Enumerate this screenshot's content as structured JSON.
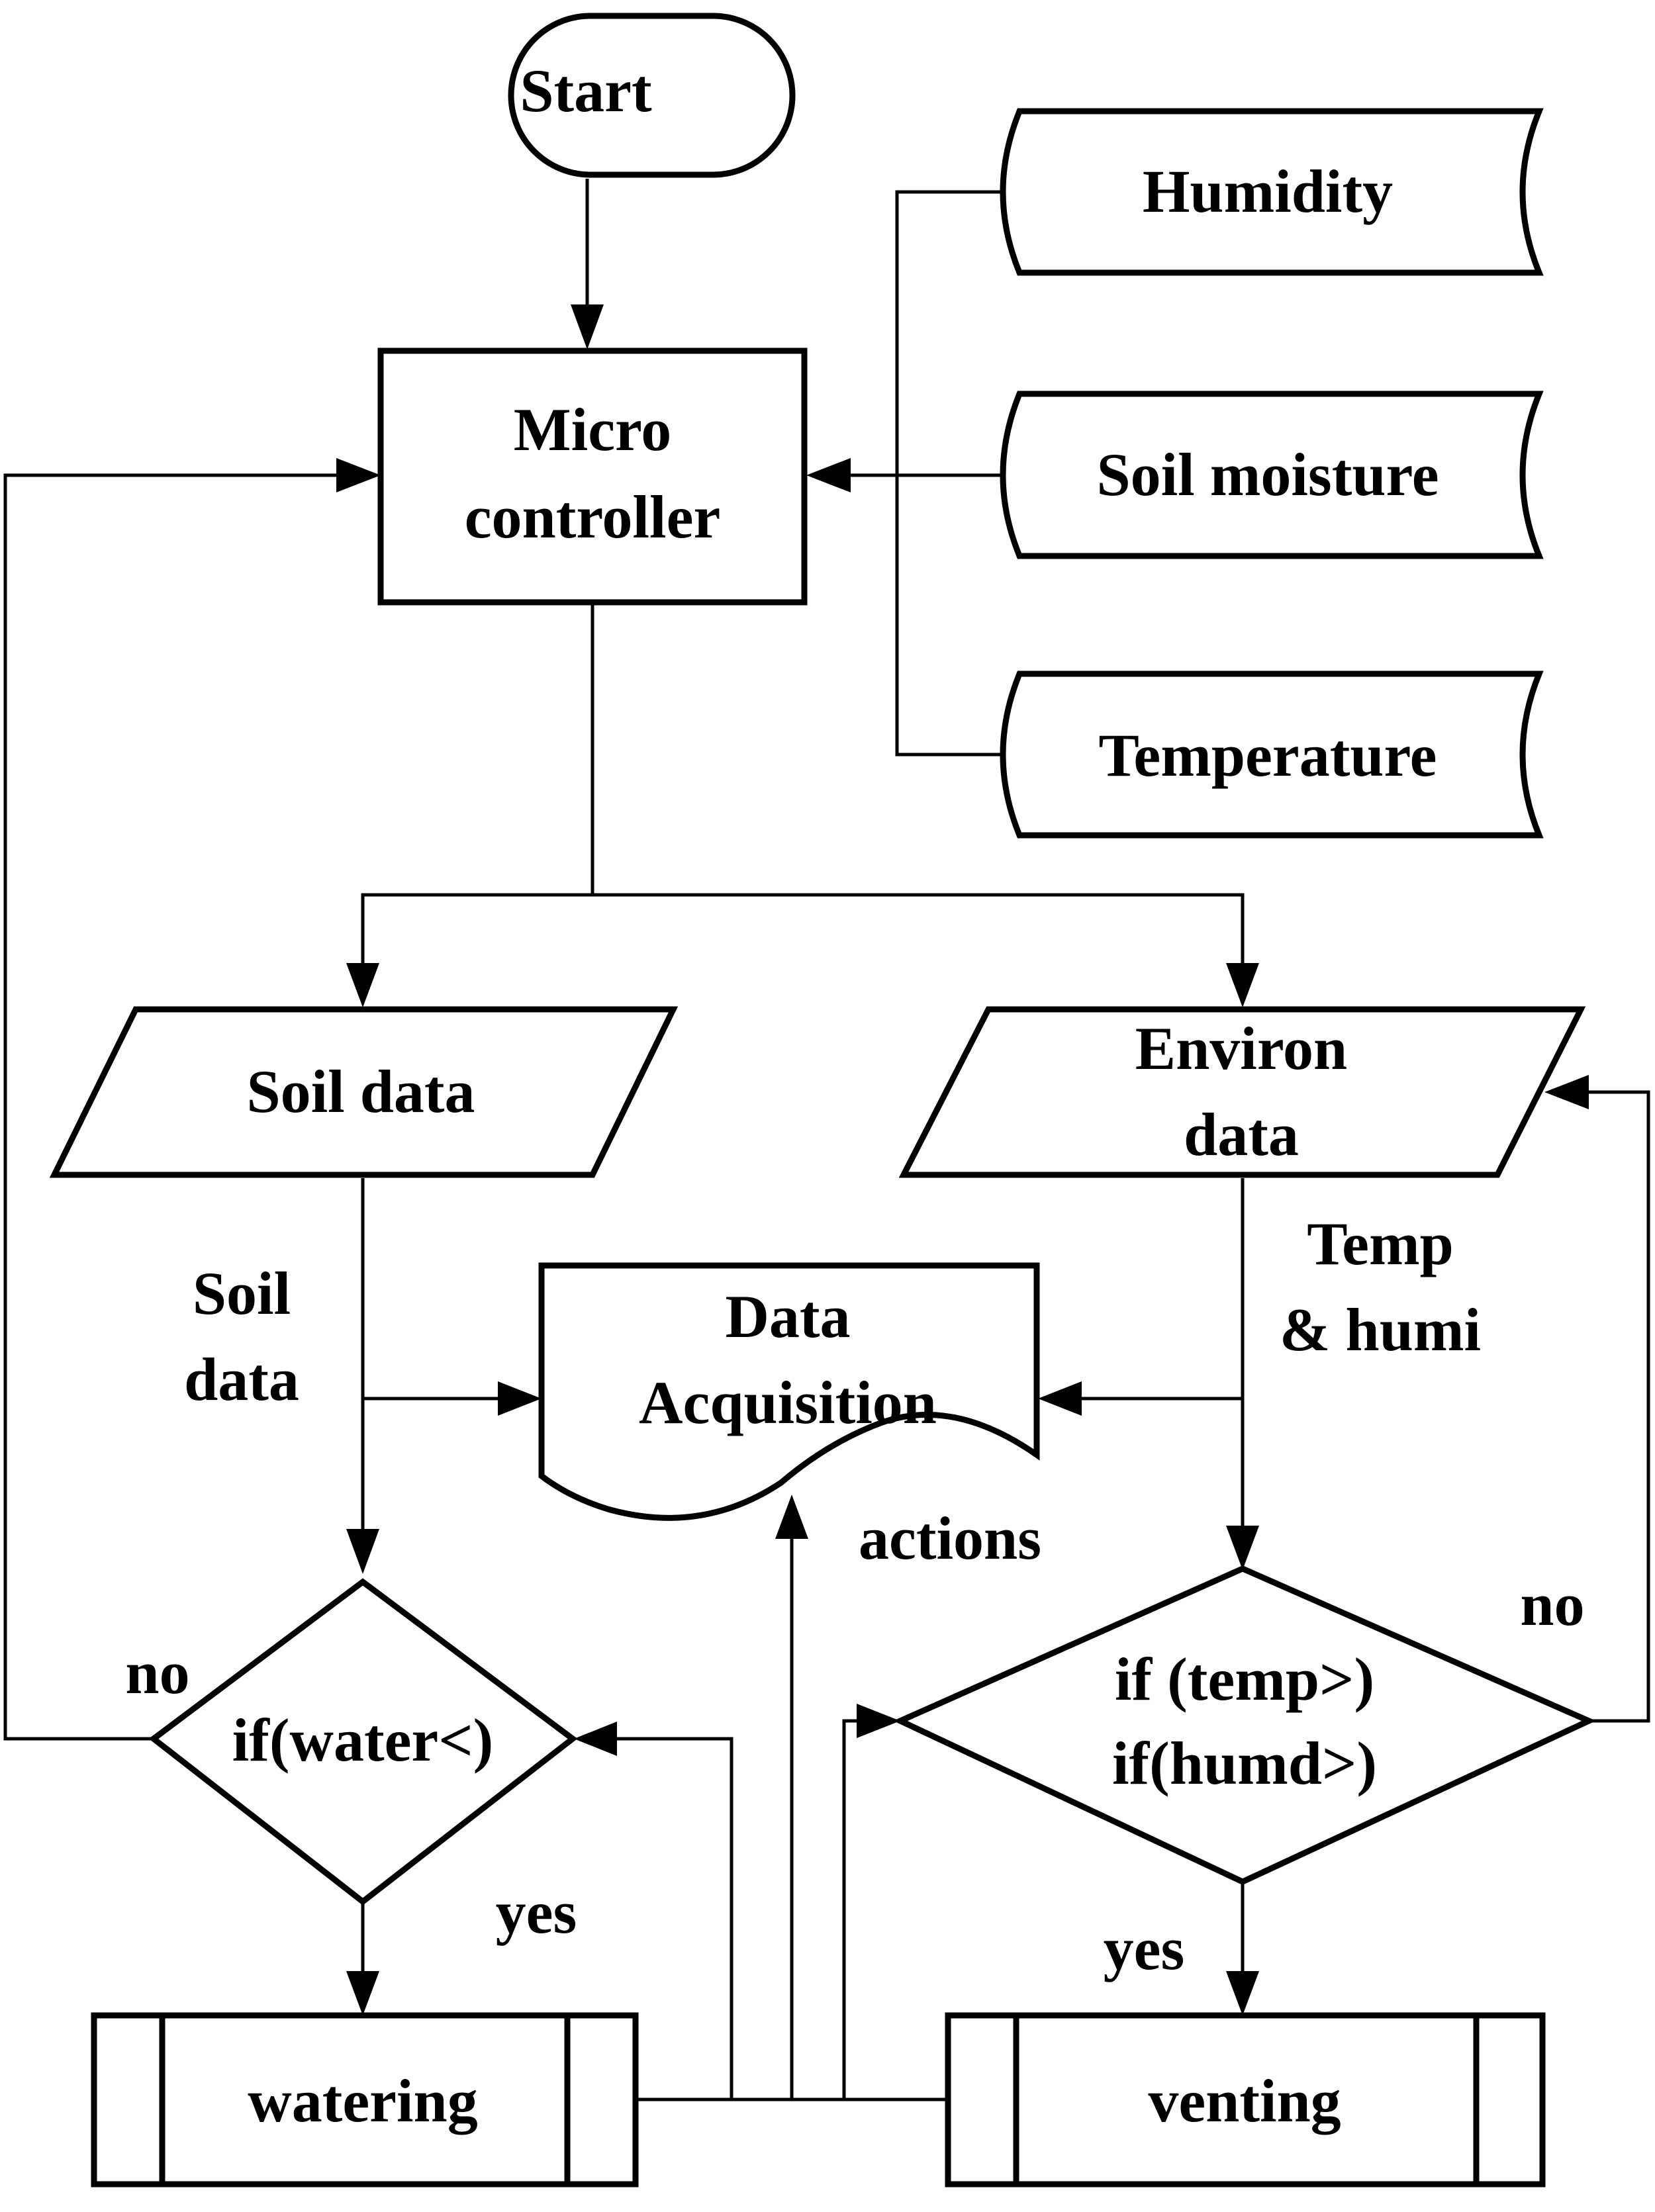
{
  "diagram": {
    "type": "flowchart",
    "colors": {
      "stroke": "#000000",
      "fill": "#ffffff",
      "text": "#000000"
    },
    "nodes": {
      "start": {
        "shape": "terminator",
        "label": "Start"
      },
      "microcontroller": {
        "shape": "process",
        "lines": [
          "Micro",
          "controller"
        ]
      },
      "humidity": {
        "shape": "stored-data",
        "label": "Humidity"
      },
      "soil_moisture": {
        "shape": "stored-data",
        "label": "Soil moisture"
      },
      "temperature": {
        "shape": "stored-data",
        "label": "Temperature"
      },
      "soil_data": {
        "shape": "data",
        "label": "Soil data"
      },
      "environ_data": {
        "shape": "data",
        "lines": [
          "Environ",
          "data"
        ]
      },
      "data_acquisition": {
        "shape": "document",
        "lines": [
          "Data",
          "Acquisition"
        ]
      },
      "water_decision": {
        "shape": "decision",
        "label": "if(water<)"
      },
      "temp_decision": {
        "shape": "decision",
        "lines": [
          "if (temp>)",
          "if(humd>)"
        ]
      },
      "watering": {
        "shape": "predefined-process",
        "label": "watering"
      },
      "venting": {
        "shape": "predefined-process",
        "label": "venting"
      }
    },
    "edge_labels": {
      "soil_data_lines": [
        "Soil",
        "data"
      ],
      "temp_humi_lines": [
        "Temp",
        "& humi"
      ],
      "actions": "actions",
      "water_no": "no",
      "water_yes": "yes",
      "temp_no": "no",
      "temp_yes": "yes"
    },
    "edges": [
      {
        "from": "start",
        "to": "microcontroller"
      },
      {
        "from": "humidity",
        "to": "microcontroller"
      },
      {
        "from": "soil_moisture",
        "to": "microcontroller"
      },
      {
        "from": "temperature",
        "to": "microcontroller"
      },
      {
        "from": "microcontroller",
        "to": "soil_data"
      },
      {
        "from": "microcontroller",
        "to": "environ_data"
      },
      {
        "from": "soil_data",
        "to": "data_acquisition",
        "label": "Soil data"
      },
      {
        "from": "soil_data",
        "to": "water_decision"
      },
      {
        "from": "environ_data",
        "to": "data_acquisition",
        "label": "Temp & humi"
      },
      {
        "from": "environ_data",
        "to": "temp_decision"
      },
      {
        "from": "water_decision",
        "to": "microcontroller",
        "label": "no"
      },
      {
        "from": "water_decision",
        "to": "watering",
        "label": "yes"
      },
      {
        "from": "temp_decision",
        "to": "environ_data",
        "label": "no"
      },
      {
        "from": "temp_decision",
        "to": "venting",
        "label": "yes"
      },
      {
        "from": "watering",
        "to": "water_decision"
      },
      {
        "from": "watering",
        "to": "data_acquisition",
        "label": "actions"
      },
      {
        "from": "venting",
        "to": "temp_decision"
      },
      {
        "from": "venting",
        "to": "data_acquisition",
        "label": "actions"
      }
    ]
  }
}
